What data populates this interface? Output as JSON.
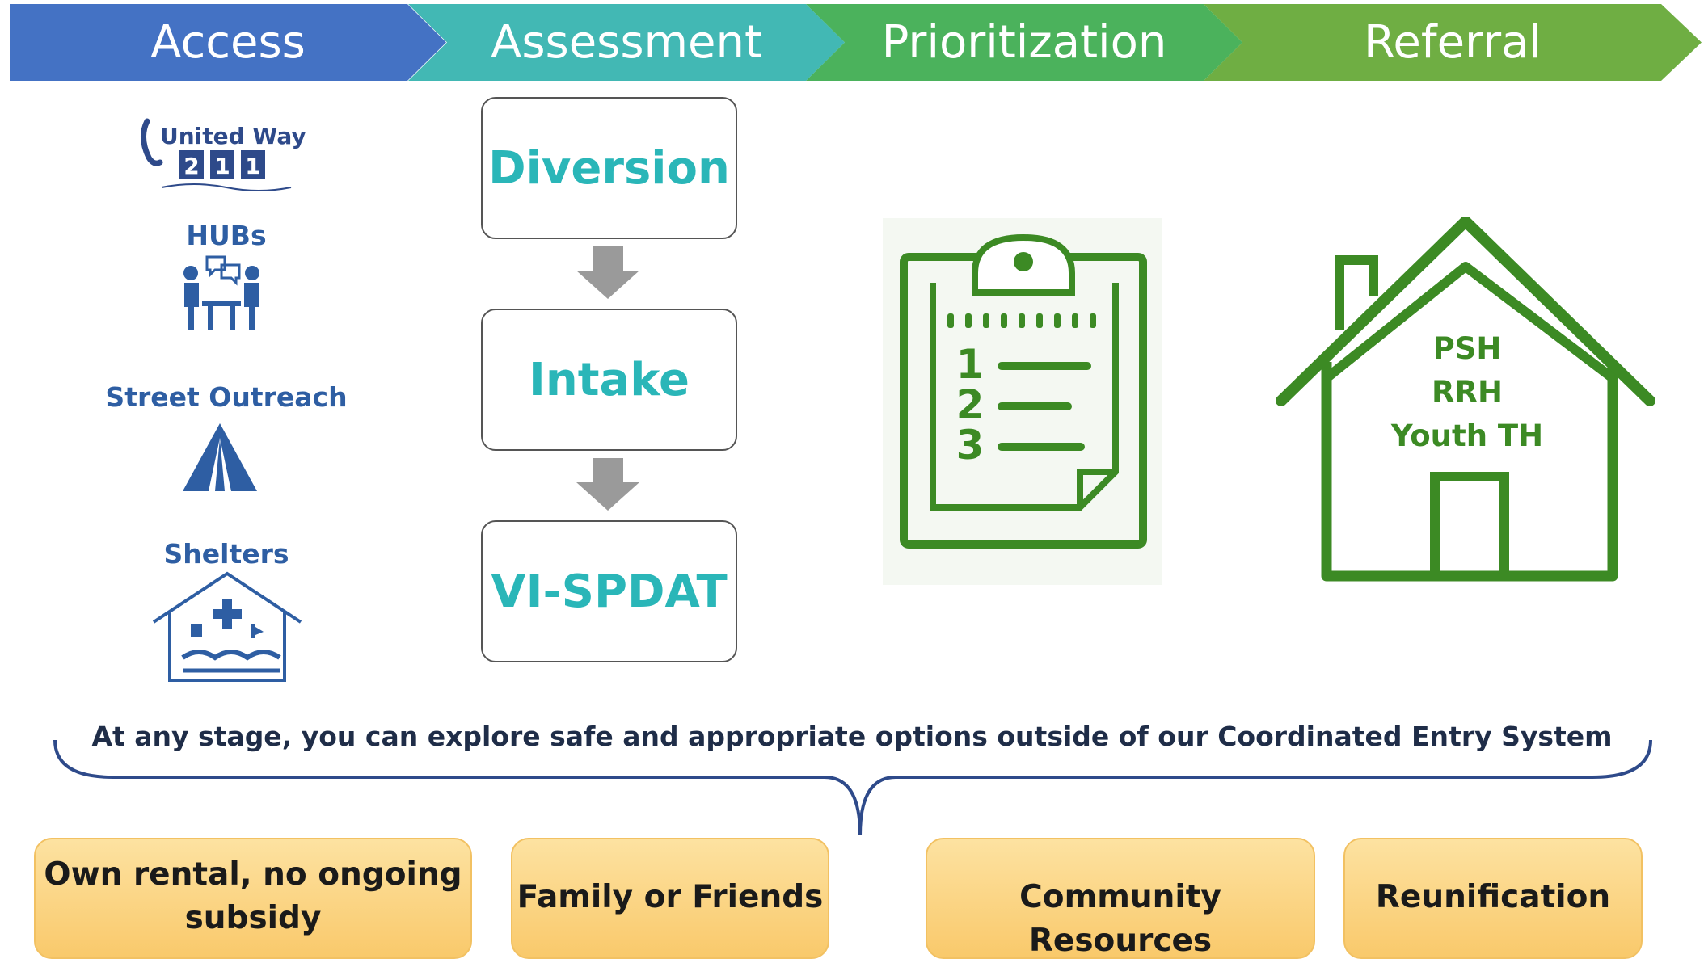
{
  "stages": [
    "Access",
    "Assessment",
    "Prioritization",
    "Referral"
  ],
  "colors": {
    "access": "#4472c4",
    "assessment": "#42b8b4",
    "prioritization": "#4bb25c",
    "referral": "#6fae43",
    "teal_text": "#2ab6b8",
    "green_icon": "#3c8a24",
    "navy": "#2e5ea3",
    "option_fill": "#fbd687"
  },
  "access": {
    "logo": {
      "name": "United Way",
      "digits": [
        "2",
        "1",
        "1"
      ]
    },
    "items": [
      {
        "label": "HUBs",
        "icon": "meeting-table-icon"
      },
      {
        "label": "Street Outreach",
        "icon": "tent-icon"
      },
      {
        "label": "Shelters",
        "icon": "shelter-house-icon"
      }
    ]
  },
  "assessment": {
    "steps": [
      "Diversion",
      "Intake",
      "VI-SPDAT"
    ]
  },
  "prioritization": {
    "icon": "clipboard-list-icon",
    "list_numbers": [
      "1",
      "2",
      "3"
    ]
  },
  "referral": {
    "icon": "house-icon",
    "programs": [
      "PSH",
      "RRH",
      "Youth TH"
    ]
  },
  "note": "At any stage, you can explore safe and appropriate options outside of our Coordinated Entry System",
  "options": [
    {
      "line1": "Own rental, no ongoing",
      "line2": "subsidy"
    },
    {
      "line1": "Family or Friends",
      "line2": ""
    },
    {
      "line1": "Community Resources",
      "line2": ""
    },
    {
      "line1": "Reunification",
      "line2": ""
    }
  ]
}
